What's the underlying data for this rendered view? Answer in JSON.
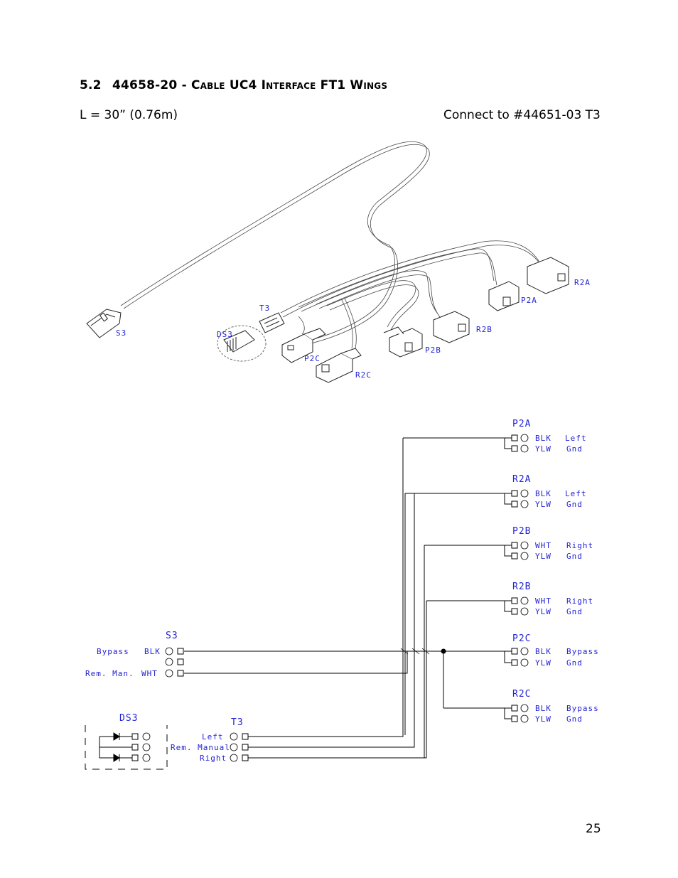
{
  "header": {
    "section_number": "5.2",
    "title": "44658-20 - Cable UC4 Interface FT1 Wings",
    "length": "L = 30” (0.76m)",
    "connect_to": "Connect to #44651-03 T3"
  },
  "drawing": {
    "labels": {
      "s3": "S3",
      "t3": "T3",
      "ds3": "DS3",
      "p2a": "P2A",
      "r2a": "R2A",
      "p2b": "P2B",
      "r2b": "R2B",
      "p2c": "P2C",
      "r2c": "R2C"
    }
  },
  "schematic": {
    "s3": {
      "title": "S3",
      "rows": [
        {
          "signal": "Bypass",
          "color": "BLK"
        },
        {
          "signal": "",
          "color": ""
        },
        {
          "signal": "Rem. Man.",
          "color": "WHT"
        }
      ]
    },
    "ds3": {
      "title": "DS3"
    },
    "t3": {
      "title": "T3",
      "rows": [
        {
          "signal": "Left"
        },
        {
          "signal": "Rem. Manual"
        },
        {
          "signal": "Right"
        }
      ]
    },
    "connectors": [
      {
        "title": "P2A",
        "rows": [
          {
            "color": "BLK",
            "signal": "Left"
          },
          {
            "color": "YLW",
            "signal": "Gnd"
          }
        ]
      },
      {
        "title": "R2A",
        "rows": [
          {
            "color": "BLK",
            "signal": "Left"
          },
          {
            "color": "YLW",
            "signal": "Gnd"
          }
        ]
      },
      {
        "title": "P2B",
        "rows": [
          {
            "color": "WHT",
            "signal": "Right"
          },
          {
            "color": "YLW",
            "signal": "Gnd"
          }
        ]
      },
      {
        "title": "R2B",
        "rows": [
          {
            "color": "WHT",
            "signal": "Right"
          },
          {
            "color": "YLW",
            "signal": "Gnd"
          }
        ]
      },
      {
        "title": "P2C",
        "rows": [
          {
            "color": "BLK",
            "signal": "Bypass"
          },
          {
            "color": "YLW",
            "signal": "Gnd"
          }
        ]
      },
      {
        "title": "R2C",
        "rows": [
          {
            "color": "BLK",
            "signal": "Bypass"
          },
          {
            "color": "YLW",
            "signal": "Gnd"
          }
        ]
      }
    ]
  },
  "footer": {
    "page_number": "25"
  }
}
